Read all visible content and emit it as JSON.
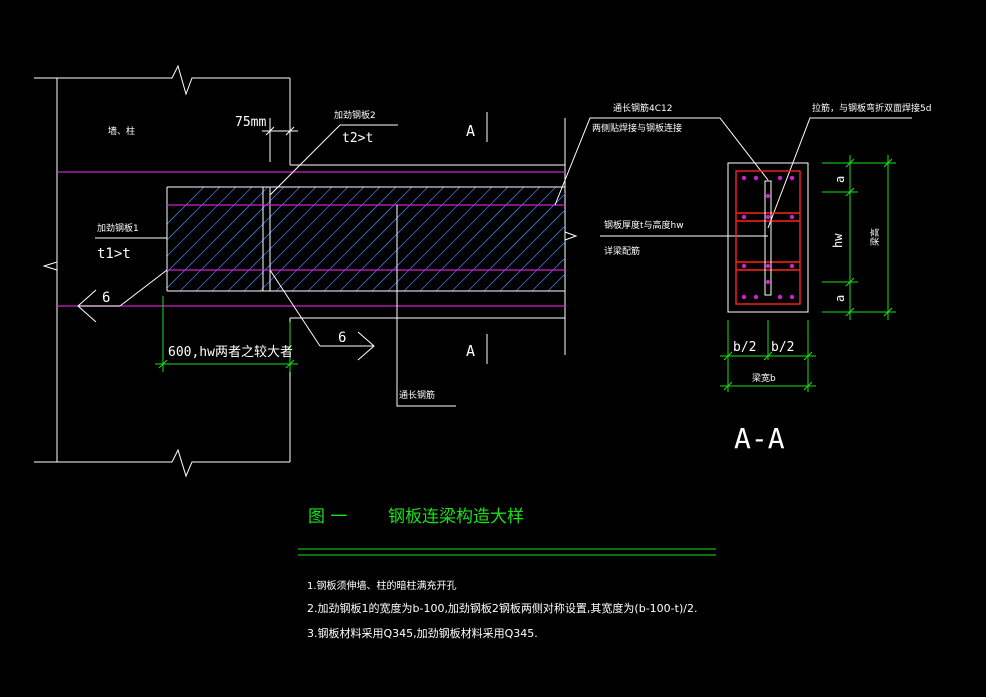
{
  "drawing": {
    "wall_column_label": "墙、柱",
    "dim_75": "75mm",
    "stiffener2_label": "加劲钢板2",
    "stiffener2_rule": "t2>t",
    "stiffener1_label": "加劲钢板1",
    "stiffener1_rule": "t1>t",
    "section_mark_left": "6",
    "section_mark_right": "6",
    "cut_mark_top": "A",
    "cut_mark_bottom": "A",
    "dim_600": "600,hw两者之较大者",
    "through_bar_label": "通长钢筋",
    "top_bar_label": "通长钢筋4C12",
    "top_bar_note": "两侧贴焊接与钢板连接",
    "anchor_note": "拉筋，与钢板弯折双面焊接5d",
    "plate_note": "钢板厚度t与高度hw",
    "plate_note2": "详梁配筋",
    "dim_a_top": "a",
    "dim_hw": "hw",
    "dim_a_bottom": "a",
    "dim_beam_height": "梁高",
    "dim_b2_left": "b/2",
    "dim_b2_right": "b/2",
    "dim_beam_width": "梁宽b",
    "section_title": "A-A"
  },
  "figure": {
    "number": "图  一",
    "title": "钢板连梁构造大样"
  },
  "notes": [
    "1.钢板须伸墙、柱的暗柱满充开孔",
    "2.加劲钢板1的宽度为b-100,加劲钢板2钢板两侧对称设置,其宽度为(b-100-t)/2.",
    "3.钢板材料采用Q345,加劲钢板材料采用Q345."
  ],
  "colors": {
    "background": "#000000",
    "line": "#ffffff",
    "dimension": "#18e018",
    "bar": "#d020d0",
    "rebar": "#ff2020",
    "hatch": "#3a7ad8"
  }
}
